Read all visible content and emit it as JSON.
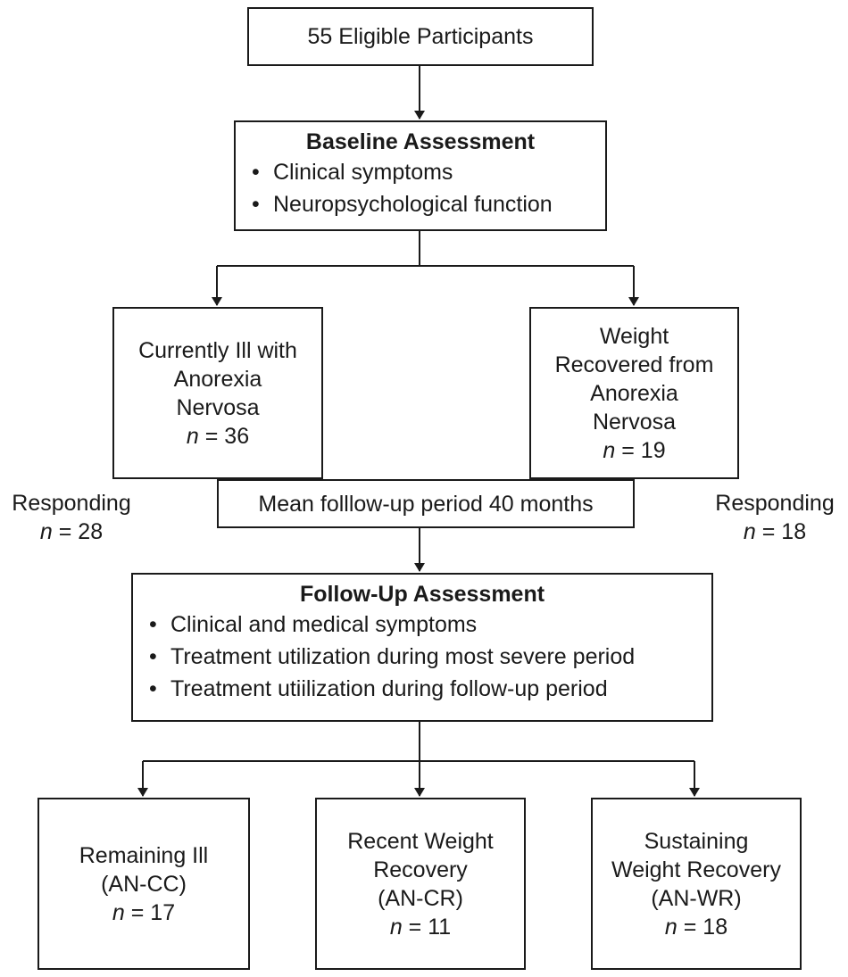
{
  "eligible": {
    "text": "55 Eligible Participants"
  },
  "baseline": {
    "title": "Baseline Assessment",
    "items": [
      "Clinical symptoms",
      "Neuropsychological function"
    ]
  },
  "currently_ill": {
    "lines": [
      "Currently Ill with",
      "Anorexia",
      "Nervosa"
    ],
    "n_label": "n",
    "n_value": " = 36"
  },
  "weight_recovered": {
    "lines": [
      "Weight",
      "Recovered from",
      "Anorexia",
      "Nervosa"
    ],
    "n_label": "n",
    "n_value": " = 19"
  },
  "followup_period": {
    "text": "Mean folllow-up period 40 months"
  },
  "responding_left": {
    "label": "Responding",
    "n_label": "n",
    "n_value": " = 28"
  },
  "responding_right": {
    "label": "Responding",
    "n_label": "n",
    "n_value": " = 18"
  },
  "followup": {
    "title": "Follow-Up Assessment",
    "items": [
      "Clinical and medical symptoms",
      "Treatment utilization during most severe period",
      "Treatment utiilization during follow-up period"
    ]
  },
  "outcomes": [
    {
      "lines": [
        "Remaining Ill",
        "(AN-CC)"
      ],
      "n_label": "n",
      "n_value": " = 17"
    },
    {
      "lines": [
        "Recent Weight",
        "Recovery",
        "(AN-CR)"
      ],
      "n_label": "n",
      "n_value": " = 11"
    },
    {
      "lines": [
        "Sustaining",
        "Weight Recovery",
        "(AN-WR)"
      ],
      "n_label": "n",
      "n_value": " = 18"
    }
  ]
}
